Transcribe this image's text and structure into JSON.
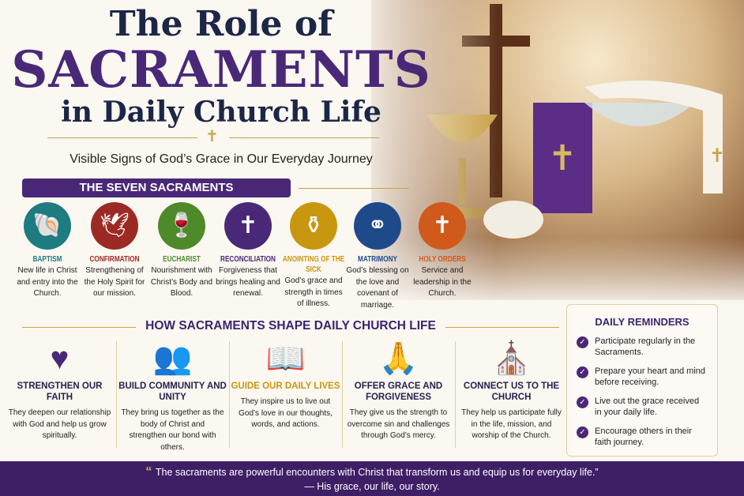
{
  "title": {
    "line1": "The Role of",
    "line2": "SACRAMENTS",
    "line3": "in Daily Church Life",
    "subtitle": "Visible Signs of God’s Grace in Our Everyday Journey"
  },
  "sacraments": {
    "heading": "THE SEVEN SACRAMENTS",
    "items": [
      {
        "name": "BAPTISM",
        "desc": "New life in Christ and entry into the Church.",
        "color": "#1e7b80",
        "icon": "shell-icon"
      },
      {
        "name": "CONFIRMATION",
        "desc": "Strengthening of the Holy Spirit for our mission.",
        "color": "#9c2a24",
        "icon": "dove-icon"
      },
      {
        "name": "EUCHARIST",
        "desc": "Nourishment with Christ’s Body and Blood.",
        "color": "#4f8a2a",
        "icon": "chalice-icon"
      },
      {
        "name": "RECONCILIATION",
        "desc": "Forgiveness that brings healing and renewal.",
        "color": "#4a2878",
        "icon": "stole-icon"
      },
      {
        "name": "ANOINTING OF THE SICK",
        "desc": "God’s grace and strength in times of illness.",
        "color": "#c9960f",
        "icon": "oil-jar-icon"
      },
      {
        "name": "MATRIMONY",
        "desc": "God’s blessing on the love and covenant of marriage.",
        "color": "#1f4a8a",
        "icon": "rings-icon"
      },
      {
        "name": "HOLY ORDERS",
        "desc": "Service and leadership in the Church.",
        "color": "#cf5a1c",
        "icon": "cross-icon"
      }
    ]
  },
  "shape": {
    "heading": "HOW SACRAMENTS SHAPE DAILY CHURCH LIFE",
    "items": [
      {
        "title": "STRENGTHEN OUR FAITH",
        "desc": "They deepen our relationship with God and help us grow spiritually.",
        "color": "#4a2878",
        "icon": "hands-heart-icon"
      },
      {
        "title": "BUILD COMMUNITY AND UNITY",
        "desc": "They bring us together as the body of Christ and strengthen our bond with others.",
        "color": "#1e6f75",
        "icon": "people-icon"
      },
      {
        "title": "GUIDE OUR DAILY LIVES",
        "desc": "They inspire us to live out God’s love in our thoughts, words, and actions.",
        "color": "#c9960f",
        "icon": "bible-icon"
      },
      {
        "title": "OFFER GRACE AND FORGIVENESS",
        "desc": "They give us the strength to overcome sin and challenges through God’s mercy.",
        "color": "#4a2878",
        "icon": "praying-hands-icon"
      },
      {
        "title": "CONNECT US TO THE CHURCH",
        "desc": "They help us participate fully in the life, mission, and worship of the Church.",
        "color": "#1e4f5a",
        "icon": "church-icon"
      }
    ]
  },
  "reminders": {
    "heading": "DAILY REMINDERS",
    "items": [
      "Participate regularly in the Sacraments.",
      "Prepare your heart and mind before receiving.",
      "Live out the grace received in your daily life.",
      "Encourage others in their faith journey."
    ]
  },
  "footer": {
    "quote": "The sacraments are powerful encounters with Christ that transform us and equip us for everyday life.”",
    "signature": "— His grace, our life, our story."
  }
}
